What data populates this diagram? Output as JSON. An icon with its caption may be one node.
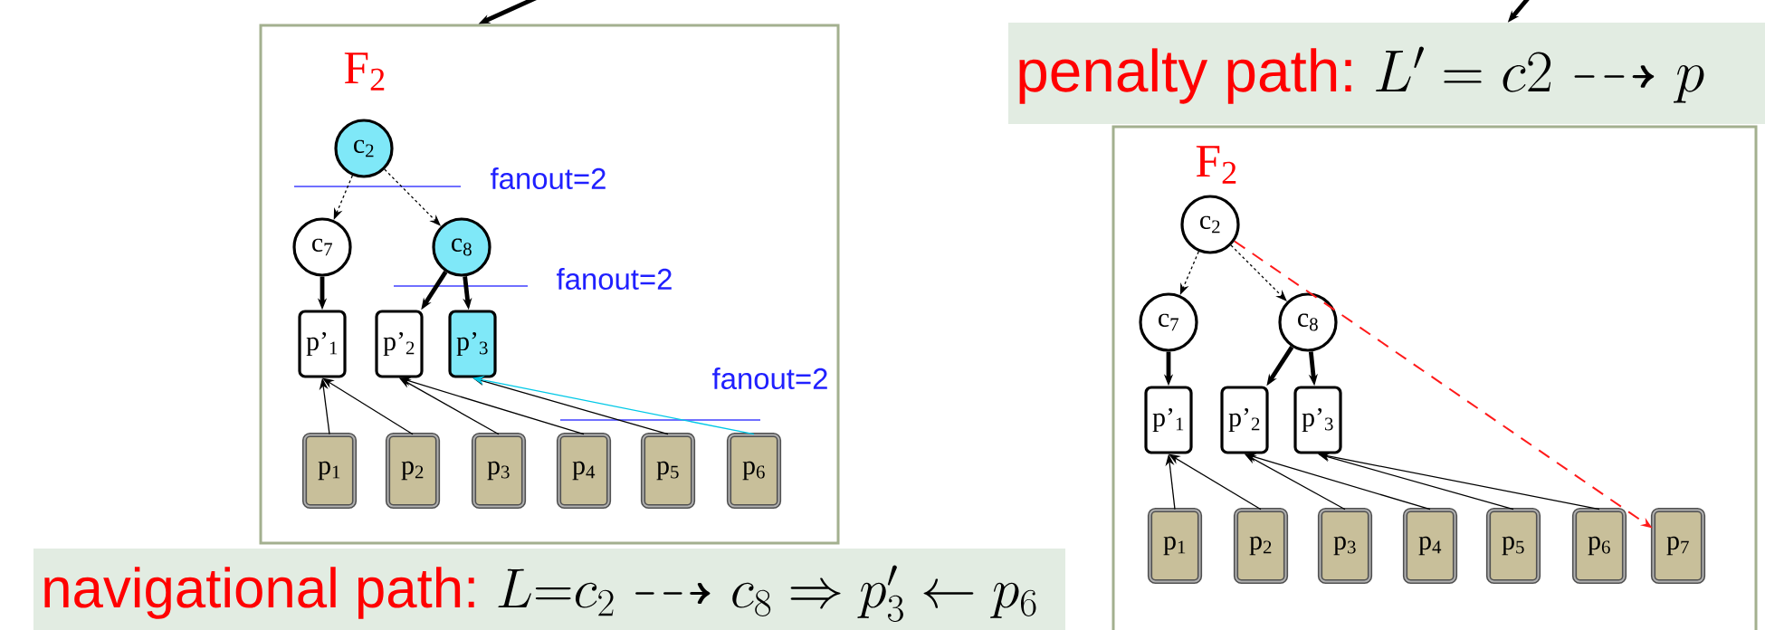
{
  "diagram": {
    "nodes": [
      {
        "text": [
          "F$_{2}$"
        ]
      },
      {
        "text": [
          "c$_{2}$"
        ],
        "in": 0
      },
      {
        "text": [
          "c$_{7}$"
        ],
        "in": 0
      },
      {
        "text": [
          "c$_{8}$"
        ],
        "in": 0
      },
      {
        "text": [
          "p’$_{1}$"
        ],
        "in": 0
      },
      {
        "text": [
          "p’$_{2}$"
        ],
        "in": 0
      },
      {
        "text": [
          "p’$_{3}$"
        ],
        "in": 0
      },
      {
        "text": [
          "p$_{1}$"
        ],
        "in": 0
      },
      {
        "text": [
          "p$_{2}$"
        ],
        "in": 0
      },
      {
        "text": [
          "p$_{3}$"
        ],
        "in": 0
      },
      {
        "text": [
          "p$_{4}$"
        ],
        "in": 0
      },
      {
        "text": [
          "p$_{5}$"
        ],
        "in": 0
      },
      {
        "text": [
          "p$_{6}$"
        ],
        "in": 0
      },
      {
        "text": [
          "navigational path:",
          "L{=}c_2 \\dashrightarrow c_8 \\Rightarrow p'_3 \\leftarrow p_6"
        ]
      },
      {
        "text": [
          "penalty path:",
          "L' = c2 \\dashrightarrow p"
        ]
      },
      {
        "text": [
          "F$_{2}$"
        ]
      },
      {
        "text": [
          "c$_{2}$"
        ],
        "in": 15
      },
      {
        "text": [
          "c$_{7}$"
        ],
        "in": 15
      },
      {
        "text": [
          "c$_{8}$"
        ],
        "in": 15
      },
      {
        "text": [
          "p’$_{1}$"
        ],
        "in": 15
      },
      {
        "text": [
          "p’$_{2}$"
        ],
        "in": 15
      },
      {
        "text": [
          "p’$_{3}$"
        ],
        "in": 15
      },
      {
        "text": [
          "p$_{1}$"
        ],
        "in": 15
      },
      {
        "text": [
          "p$_{2}$"
        ],
        "in": 15
      },
      {
        "text": [
          "p$_{3}$"
        ],
        "in": 15
      },
      {
        "text": [
          "p$_{4}$"
        ],
        "in": 15
      },
      {
        "text": [
          "p$_{5}$"
        ],
        "in": 15
      },
      {
        "text": [
          "p$_{6}$"
        ],
        "in": 15
      },
      {
        "text": [
          "p$_{7}$"
        ],
        "in": 15
      }
    ],
    "edges": [
      {
        "from": null,
        "to": 0,
        "arrow": "to",
        "style": "thick"
      },
      {
        "from": null,
        "to": 14,
        "arrow": "to",
        "style": "thick"
      },
      {
        "from": 1,
        "to": 2,
        "arrow": "to",
        "style": "dashed"
      },
      {
        "from": 1,
        "to": 3,
        "arrow": "to",
        "style": "dashed"
      },
      {
        "from": 2,
        "to": 4,
        "arrow": "to",
        "style": "thick"
      },
      {
        "from": 3,
        "to": 5,
        "arrow": "to",
        "style": "thick"
      },
      {
        "from": 3,
        "to": 6,
        "arrow": "to",
        "style": "thick"
      },
      {
        "from": 7,
        "to": 4,
        "arrow": "to"
      },
      {
        "from": 8,
        "to": 4,
        "arrow": "to"
      },
      {
        "from": 9,
        "to": 5,
        "arrow": "to"
      },
      {
        "from": 10,
        "to": 5,
        "arrow": "to"
      },
      {
        "from": 11,
        "to": 6,
        "arrow": "to"
      },
      {
        "from": 12,
        "to": 6,
        "arrow": "to",
        "color": "#00c8e6"
      },
      {
        "from": 16,
        "to": 17,
        "arrow": "to",
        "style": "dashed"
      },
      {
        "from": 16,
        "to": 18,
        "arrow": "to",
        "style": "dashed"
      },
      {
        "from": 17,
        "to": 19,
        "arrow": "to",
        "style": "thick"
      },
      {
        "from": 18,
        "to": 20,
        "arrow": "to",
        "style": "thick"
      },
      {
        "from": 18,
        "to": 21,
        "arrow": "to",
        "style": "thick"
      },
      {
        "from": 22,
        "to": 19,
        "arrow": "to"
      },
      {
        "from": 23,
        "to": 19,
        "arrow": "to"
      },
      {
        "from": 24,
        "to": 20,
        "arrow": "to"
      },
      {
        "from": 25,
        "to": 20,
        "arrow": "to"
      },
      {
        "from": 26,
        "to": 21,
        "arrow": "to"
      },
      {
        "from": 27,
        "to": 21,
        "arrow": "to"
      },
      {
        "from": 16,
        "to": 28,
        "arrow": "to",
        "style": "dashed",
        "color": "#ff1a1a"
      }
    ],
    "labels": [
      "fanout=2",
      "fanout=2",
      "fanout=2"
    ]
  }
}
